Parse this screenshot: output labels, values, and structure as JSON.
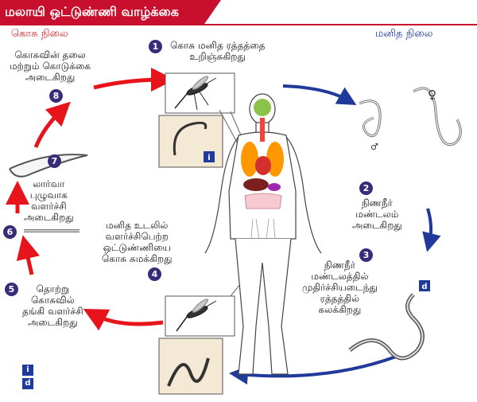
{
  "title": "மலாயி ஒட்டுண்ணி வாழ்க்கை",
  "colors": {
    "title_bg": "#c8102e",
    "red_arrow": "#e8141c",
    "blue_arrow": "#1f3a9a",
    "badge": "#3a2a7a"
  },
  "mosquito_stage_label": "கொசு நிலை",
  "human_stage_label": "மனித நிலை",
  "steps": [
    {
      "number": "1",
      "lines": [
        "கொசு மனித ரத்தத்தை",
        "உறிஞ்சுகிறது"
      ]
    },
    {
      "number": "2",
      "lines": [
        "நிணநீர்",
        "மண்டலம்",
        "அடைகிறது"
      ]
    },
    {
      "number": "3",
      "lines": [
        "நிணநீர்",
        "மண்டலத்தில்",
        "முதிர்ச்சியடைந்து",
        "ரத்தத்தில்",
        "கலக்கிறது"
      ]
    },
    {
      "number": "4",
      "lines": [
        "மனித உடலில்",
        "வளர்ச்சிபெற்ற",
        "ஒட்டுண்ணியை",
        "கொசு சுமக்கிறது"
      ]
    },
    {
      "number": "5",
      "lines": [
        "தொற்று",
        "கொசுவில்",
        "தங்கி வளர்ச்சி",
        "அடைகிறது"
      ]
    },
    {
      "number": "6",
      "lines": []
    },
    {
      "number": "7",
      "lines": [
        "லார்வா",
        "புழுவாக",
        "வளர்ச்சி",
        "அடைகிறது"
      ]
    },
    {
      "number": "8",
      "lines": [
        "கொசுவின் தலை",
        "மற்றும் கொடுக்கை",
        "அடைகிறது"
      ]
    }
  ],
  "legend": {
    "infective_letter": "i",
    "diagnostic_letter": "d"
  },
  "worm_symbols": {
    "female": "♀",
    "male": "♂"
  }
}
